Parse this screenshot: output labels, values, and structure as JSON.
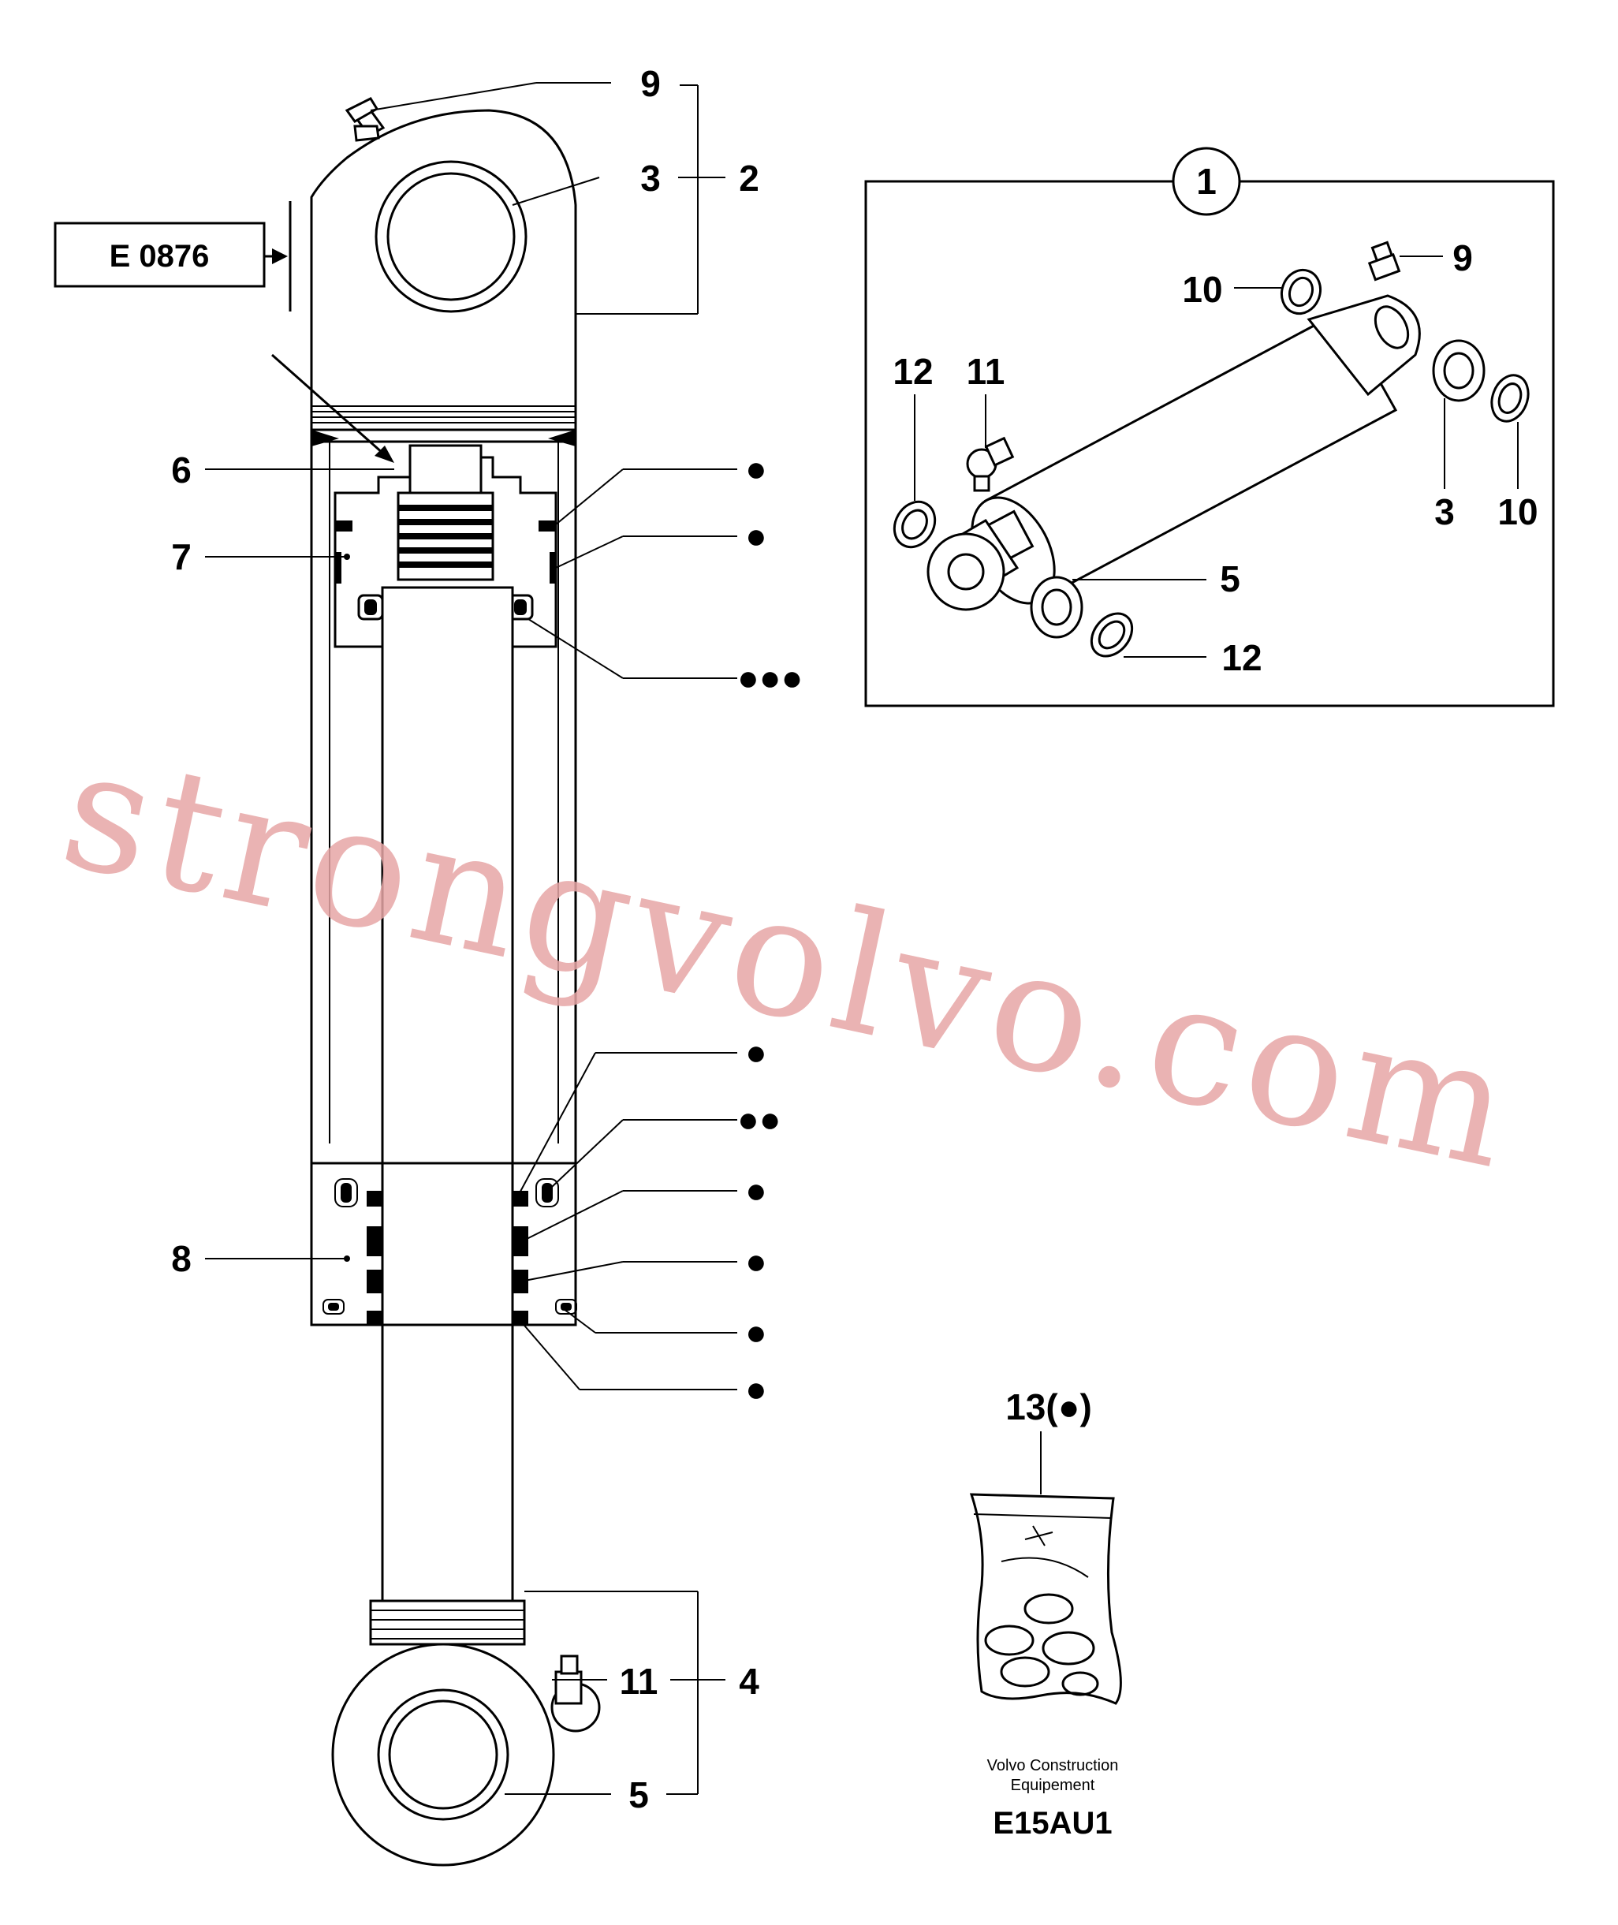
{
  "reference_box": "E 0876",
  "main_callouts": {
    "c9": "9",
    "c3": "3",
    "c2": "2",
    "c6": "6",
    "c7": "7",
    "c8": "8",
    "c11": "11",
    "c4": "4",
    "c5": "5"
  },
  "seal_markers": {
    "single": "●",
    "double": "●●",
    "triple": "●●●"
  },
  "inset": {
    "badge": "1",
    "c9": "9",
    "c10a": "10",
    "c12a": "12",
    "c11": "11",
    "c3": "3",
    "c10b": "10",
    "c5": "5",
    "c12b": "12"
  },
  "kit": {
    "label": "13(●)"
  },
  "footer": {
    "line1": "Volvo Construction",
    "line2": "Equipement",
    "code": "E15AU1"
  },
  "watermark": "strongvolvo.com"
}
